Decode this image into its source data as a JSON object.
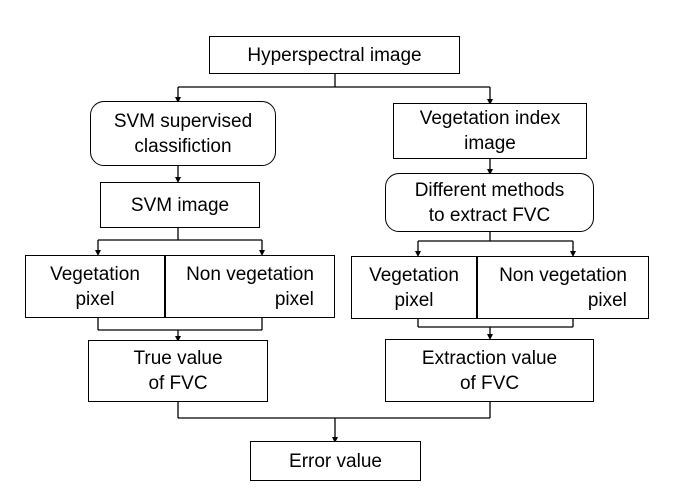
{
  "diagram": {
    "nodes": {
      "hyperspectral": "Hyperspectral image",
      "svm_classification": "SVM supervised\nclassifiction",
      "svm_image": "SVM image",
      "veg_pixel_left": "Vegetation\npixel",
      "nonveg_pixel_left": "Non vegetation\npixel",
      "true_value": "True value\nof FVC",
      "veg_index": "Vegetation index\nimage",
      "diff_methods": "Different methods\nto extract FVC",
      "veg_pixel_right": "Vegetation\npixel",
      "nonveg_pixel_right": "Non vegetation\npixel",
      "extraction_value": "Extraction value\nof FVC",
      "error_value": "Error value"
    }
  }
}
